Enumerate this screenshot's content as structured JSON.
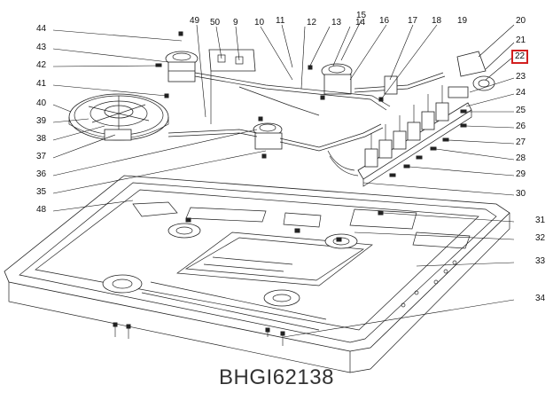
{
  "diagram": {
    "model_label": "BHGI62138",
    "highlight_color": "#d21f1f",
    "highlighted_part": "22",
    "callouts": [
      "44",
      "43",
      "42",
      "41",
      "40",
      "39",
      "38",
      "37",
      "36",
      "35",
      "48",
      "49",
      "50",
      "9",
      "10",
      "11",
      "12",
      "13",
      "14",
      "15",
      "16",
      "17",
      "18",
      "19",
      "20",
      "21",
      "22",
      "23",
      "24",
      "25",
      "26",
      "27",
      "28",
      "29",
      "30",
      "31",
      "32",
      "33",
      "34"
    ]
  }
}
